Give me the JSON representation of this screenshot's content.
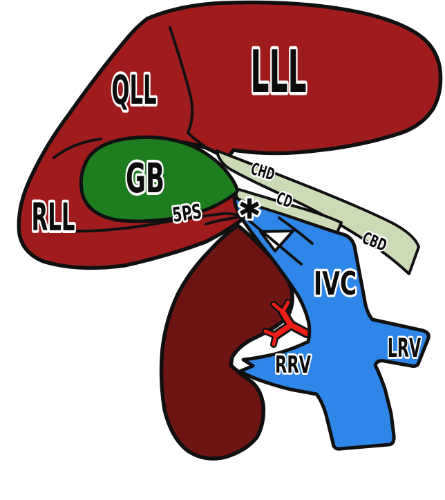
{
  "figure": {
    "background": "#ffffff",
    "outline_color": "#101010",
    "structures": {
      "liver": {
        "color": "#A01C1C"
      },
      "gallbladder": {
        "color": "#1E7D1F"
      },
      "kidney": {
        "color": "#6E1413"
      },
      "vena_cava": {
        "color": "#2E86E8"
      },
      "renal_artery": {
        "color": "#EE1E17"
      },
      "bile_ducts": {
        "color": "#CCDAB5"
      }
    },
    "labels": {
      "left_liver_lobe": "LLL",
      "quadrate_liver_lobe": "QLL",
      "right_liver_lobe": "RLL",
      "gallbladder": "GB",
      "label_5ps": "5PS",
      "common_hepatic_duct": "CHD",
      "cystic_duct": "CD",
      "common_bile_duct": "CBD",
      "asterisk_marker": "✱",
      "inferior_vena_cava": "IVC",
      "right_renal_vein": "RRV",
      "left_renal_vein": "LRV"
    }
  }
}
